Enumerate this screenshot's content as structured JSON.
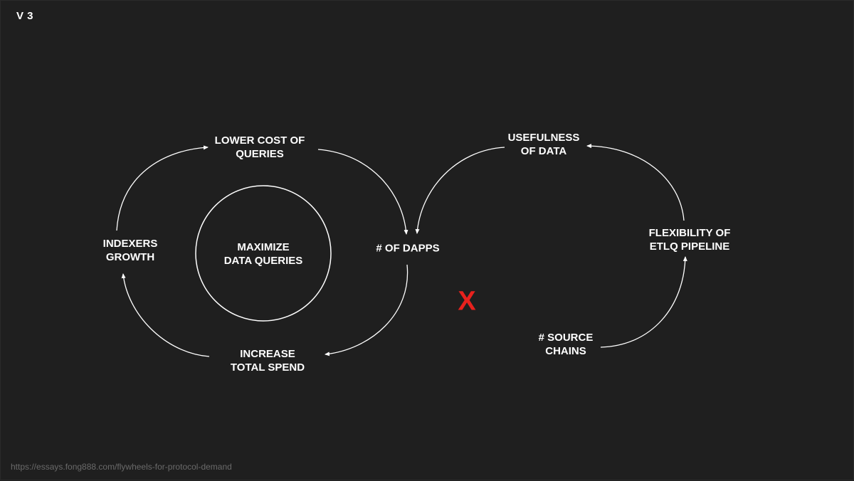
{
  "version_label": "V 3",
  "left_loop": {
    "center": "MAXIMIZE\nDATA QUERIES",
    "nodes": {
      "lower_cost": "LOWER COST OF\nQUERIES",
      "dapps": "# OF DAPPS",
      "increase_spend": "INCREASE\nTOTAL SPEND",
      "indexers": "INDEXERS\nGROWTH"
    }
  },
  "right_loop": {
    "nodes": {
      "usefulness": "USEFULNESS\nOF DATA",
      "flexibility": "FLEXIBILITY OF\nETLQ PIPELINE",
      "source_chains": "# SOURCE\nCHAINS"
    }
  },
  "multiplier": "X",
  "source_url": "https://essays.fong888.com/flywheels-for-protocol-demand",
  "colors": {
    "background": "#1f1f1f",
    "text": "#ffffff",
    "accent": "#e8211d",
    "muted": "#6a6a6a"
  }
}
